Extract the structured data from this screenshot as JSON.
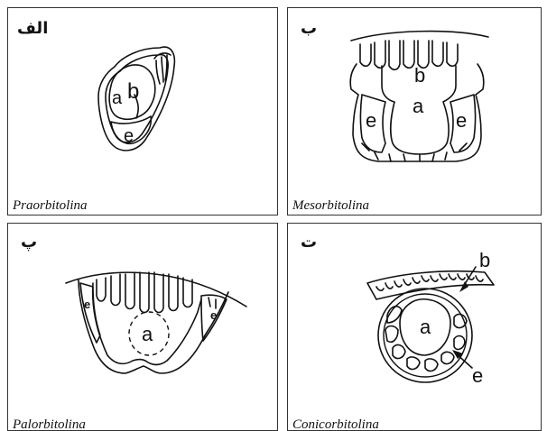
{
  "panels": [
    {
      "letter": "الف",
      "genus": "Praorbitolina",
      "labels": {
        "a": "a",
        "b": "b",
        "e": "e"
      }
    },
    {
      "letter": "ب",
      "genus": "Mesorbitolina",
      "labels": {
        "a": "a",
        "b": "b",
        "e1": "e",
        "e2": "e"
      }
    },
    {
      "letter": "پ",
      "genus": "Palorbitolina",
      "labels": {
        "a": "a",
        "e1": "e",
        "e2": "e"
      }
    },
    {
      "letter": "ت",
      "genus": "Conicorbitolina",
      "labels": {
        "a": "a",
        "b": "b",
        "e": "e"
      }
    }
  ]
}
